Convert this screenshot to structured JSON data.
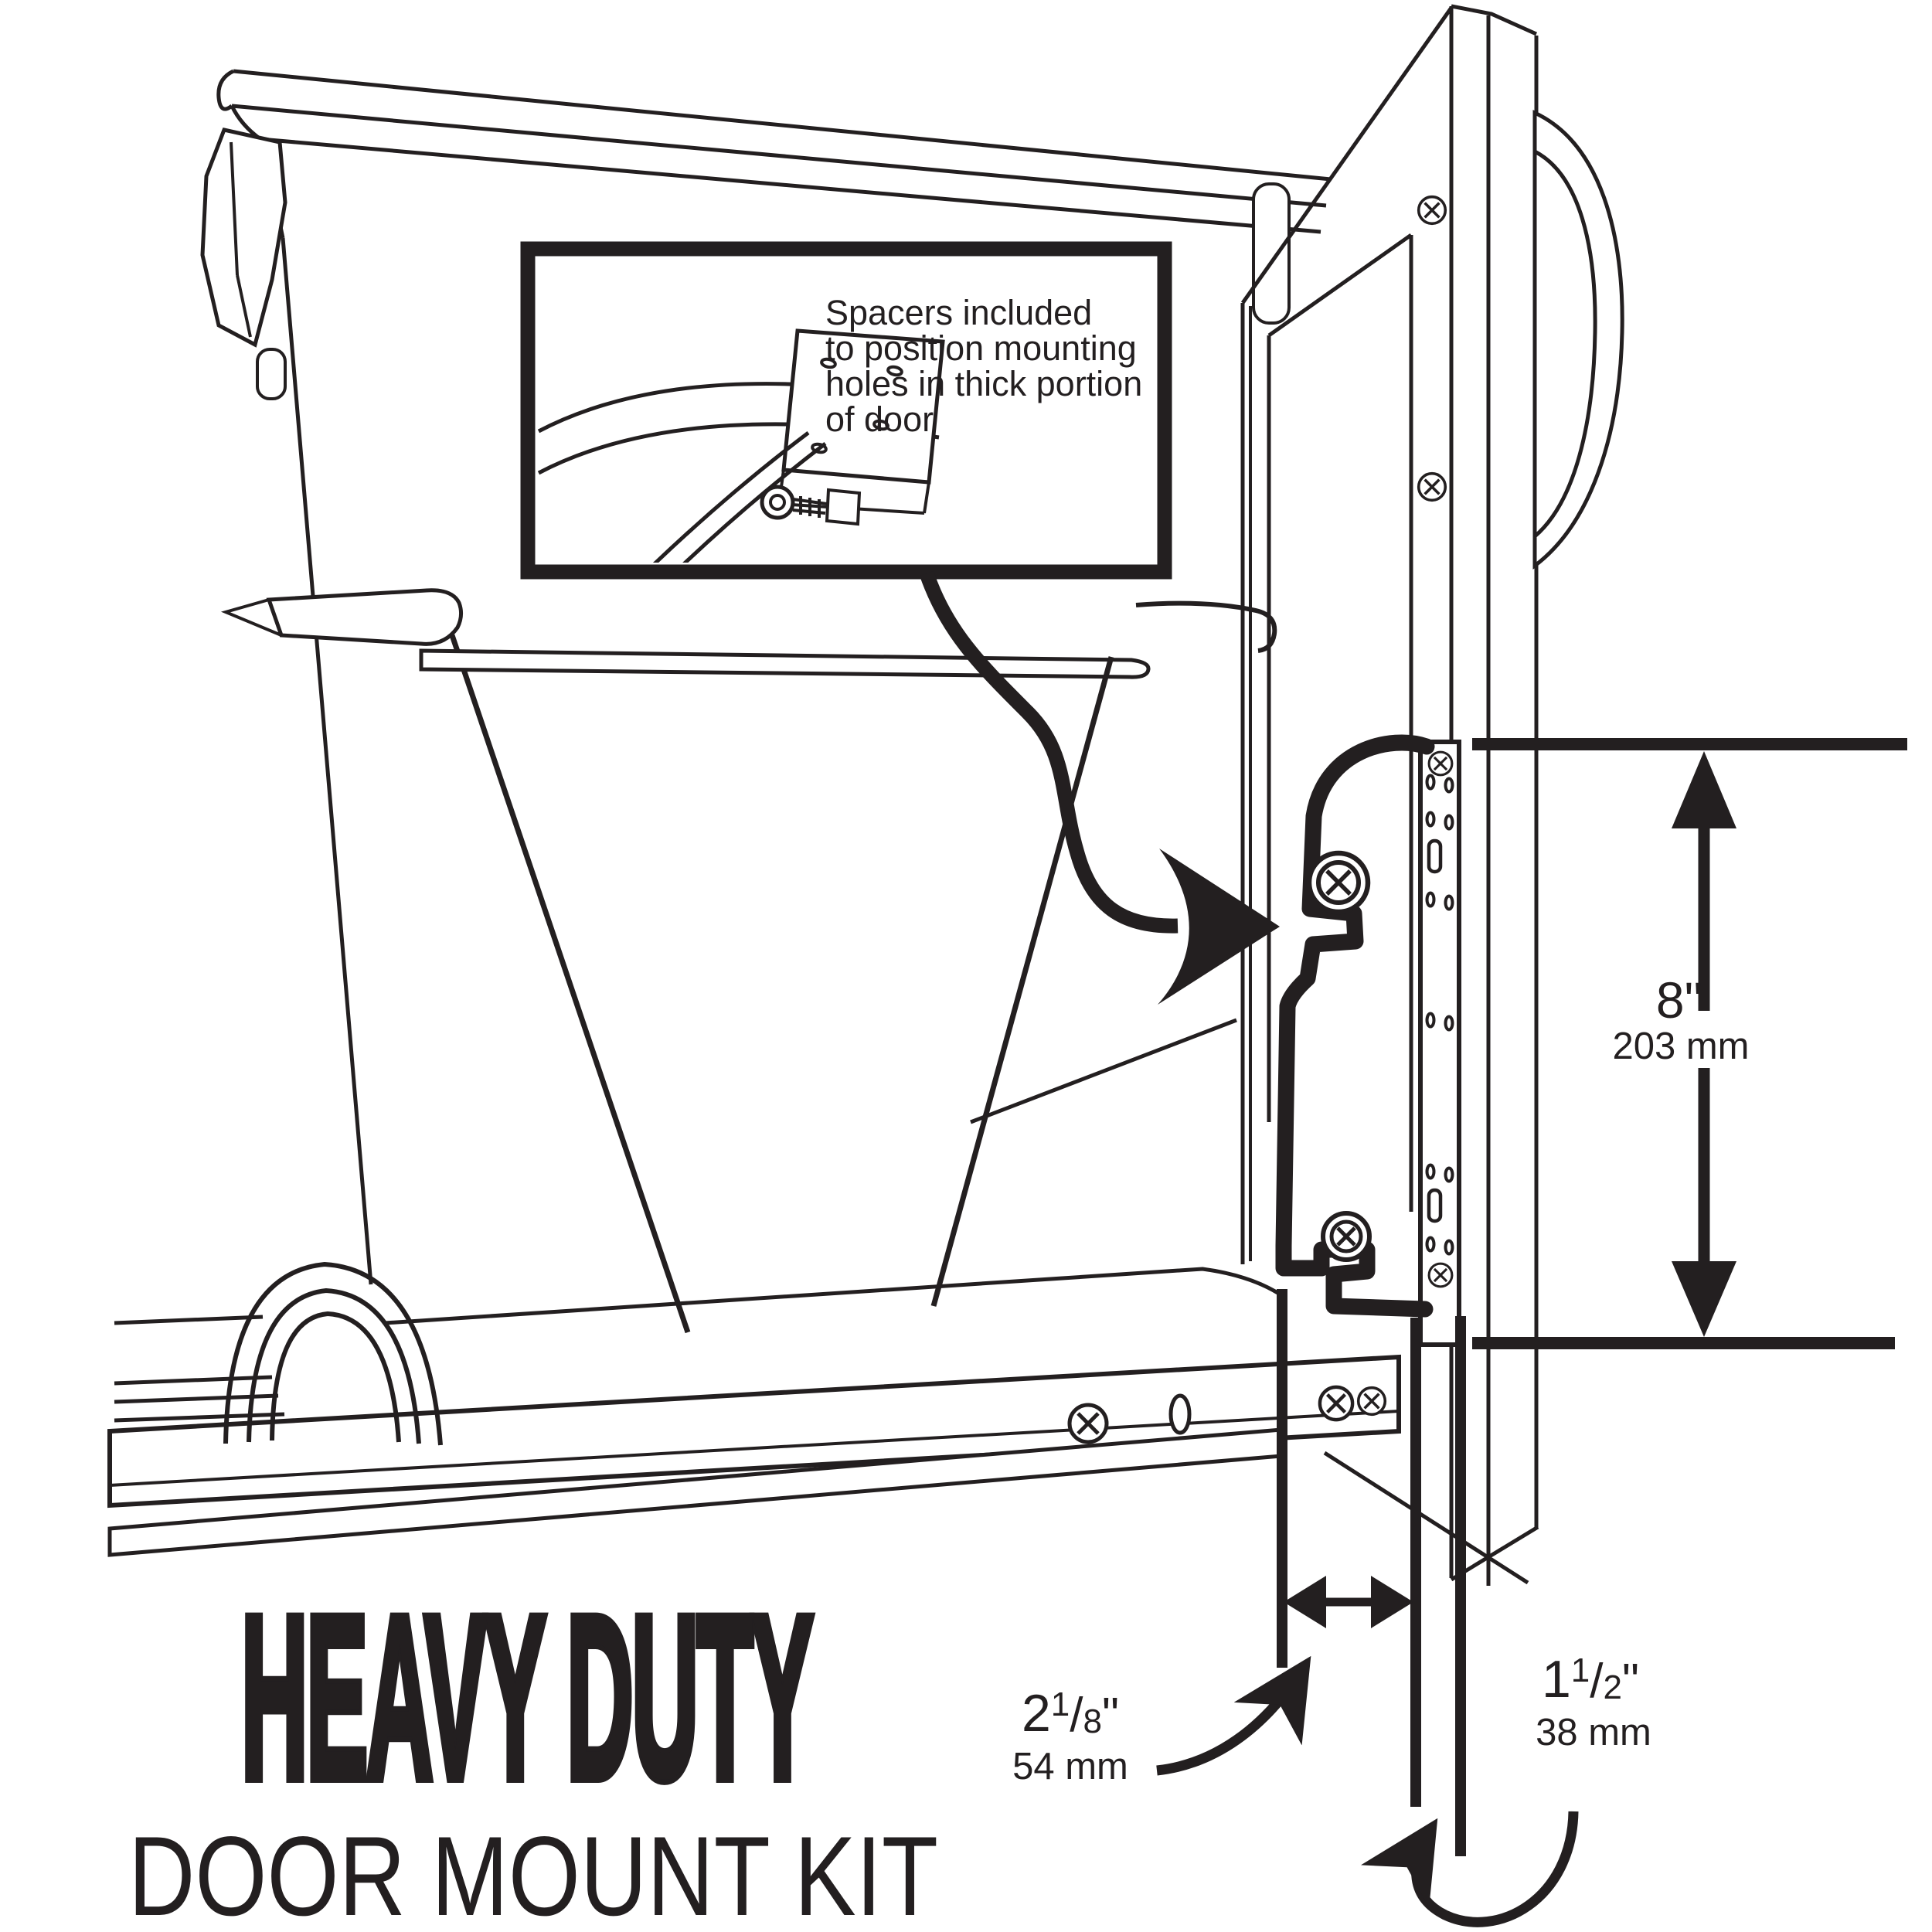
{
  "figure": {
    "colors": {
      "ink": "#231f20",
      "paper": "#ffffff"
    },
    "callout": {
      "lines": [
        "Spacers included",
        "to position mounting",
        "holes in thick portion",
        "of door"
      ]
    },
    "dimensions": {
      "height": {
        "inches": "8\"",
        "mm": "203 mm"
      },
      "offset_a": {
        "whole": "2",
        "num": "1",
        "sep": "/",
        "den": "8",
        "unit": "\"",
        "mm": "54 mm"
      },
      "offset_b": {
        "whole": "1",
        "num": "1",
        "sep": "/",
        "den": "2",
        "unit": "\"",
        "mm": "38 mm"
      }
    },
    "title": {
      "line1": "HEAVY DUTY",
      "line2": "DOOR MOUNT KIT"
    }
  }
}
